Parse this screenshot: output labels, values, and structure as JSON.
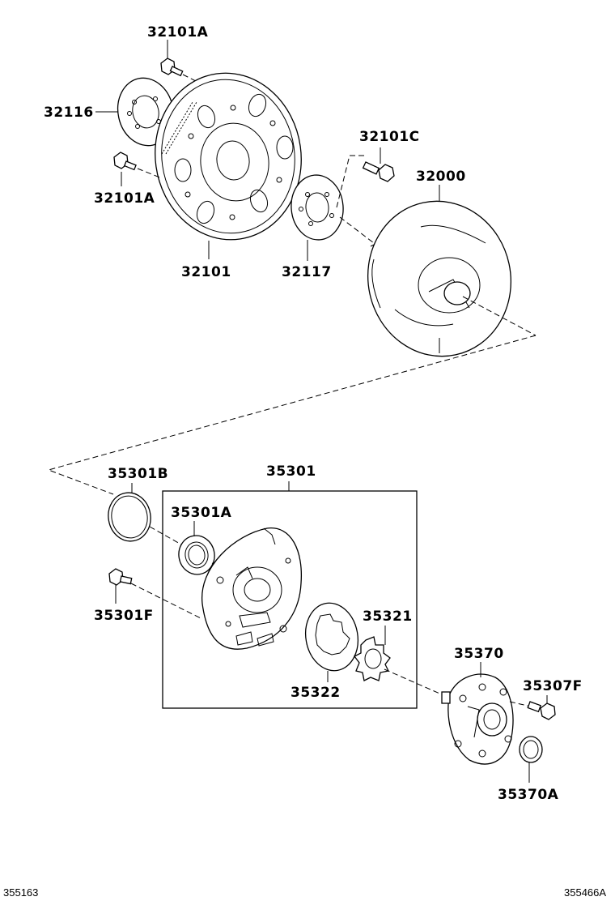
{
  "parts": {
    "p32101A_top": "32101A",
    "p32116": "32116",
    "p32101A_bottom": "32101A",
    "p32101": "32101",
    "p32117": "32117",
    "p32101C": "32101C",
    "p32000": "32000",
    "p35301B": "35301B",
    "p35301": "35301",
    "p35301A": "35301A",
    "p35301F": "35301F",
    "p35321": "35321",
    "p35322": "35322",
    "p35370": "35370",
    "p35307F": "35307F",
    "p35370A": "35370A"
  },
  "footer": {
    "left_ref": "355163",
    "right_ref": "355466A"
  }
}
